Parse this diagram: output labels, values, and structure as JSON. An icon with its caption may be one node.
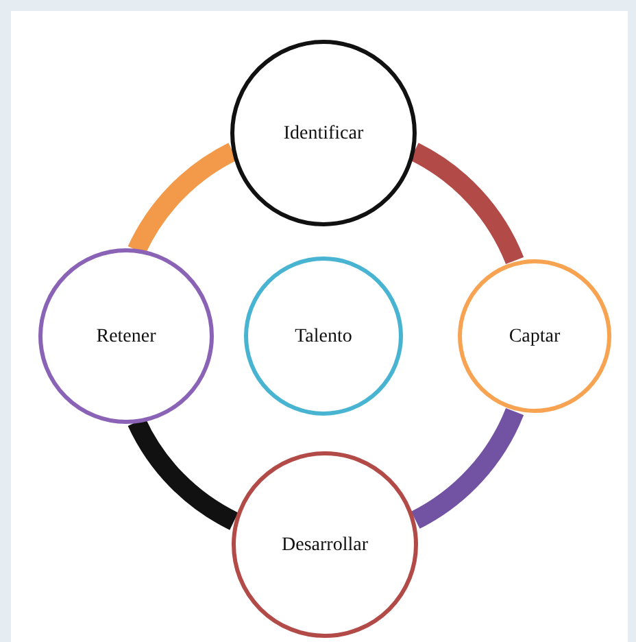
{
  "diagram": {
    "nodes": [
      {
        "text": [
          "Identificar"
        ]
      },
      {
        "text": [
          "Retener"
        ]
      },
      {
        "text": [
          "Talento"
        ]
      },
      {
        "text": [
          "Captar"
        ]
      },
      {
        "text": [
          "Desarrollar"
        ]
      }
    ],
    "edges": [
      {
        "from": 0,
        "to": 3,
        "arrow": "none",
        "color": "#b24a48"
      },
      {
        "from": 3,
        "to": 4,
        "arrow": "none",
        "color": "#7152a3"
      },
      {
        "from": 4,
        "to": 1,
        "arrow": "none",
        "color": "#111111"
      },
      {
        "from": 1,
        "to": 0,
        "arrow": "none",
        "color": "#f29a4a"
      }
    ]
  }
}
